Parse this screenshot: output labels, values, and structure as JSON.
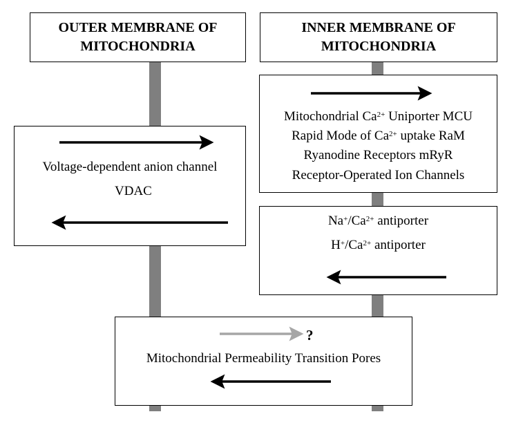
{
  "outer": {
    "title_line1": "OUTER MEMBRANE OF",
    "title_line2": "MITOCHONDRIA",
    "channel_name": "Voltage-dependent anion channel",
    "channel_abbr": "VDAC"
  },
  "inner": {
    "title_line1": "INNER MEMBRANE OF",
    "title_line2": "MITOCHONDRIA",
    "influx": {
      "mcu_pre": "Mitochondrial Ca",
      "mcu_sup": "2+",
      "mcu_post": " Uniporter MCU",
      "ram_pre": "Rapid Mode of Ca",
      "ram_sup": "2+",
      "ram_post": " uptake RaM",
      "ryr": "Ryanodine Receptors mRyR",
      "roc": "Receptor-Operated Ion Channels"
    },
    "efflux": {
      "na_ion": "Na",
      "na_sup": "+",
      "na_ca": "/Ca",
      "na_ca_sup": "2+",
      "na_post": " antiporter",
      "h_ion": "H",
      "h_sup": "+",
      "h_ca": "/Ca",
      "h_ca_sup": "2+",
      "h_post": " antiporter"
    }
  },
  "mptp": {
    "label": "Mitochondrial Permeability Transition Pores",
    "question_mark": "?"
  },
  "colors": {
    "membrane_bar": "#7f7f7f",
    "arrow": "#000000",
    "uncertain_arrow": "#a6a6a6"
  }
}
